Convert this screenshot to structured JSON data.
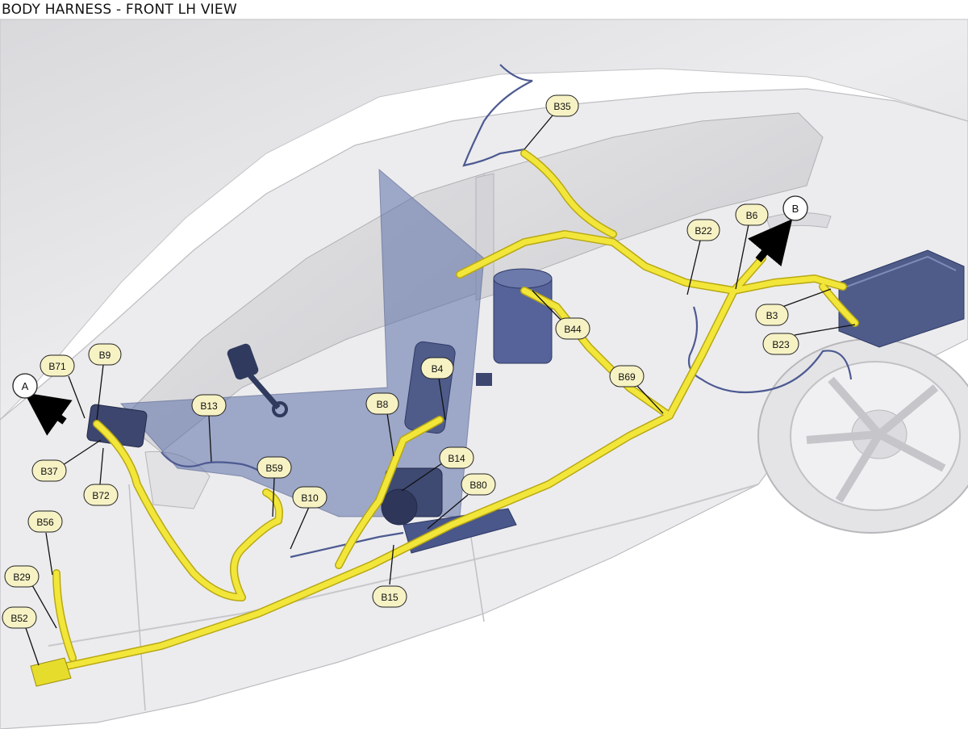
{
  "title": "BODY HARNESS - FRONT LH VIEW",
  "colors": {
    "harness": "#f2e63a",
    "harness_edge": "#b8a814",
    "component": "#5a6690",
    "callout_fill": "#f7f2c4",
    "body": "#e8e8ea",
    "glass": "#7f8fb8"
  },
  "connectors": [
    "B35",
    "B22",
    "B6",
    "B3",
    "B23",
    "B44",
    "B69",
    "B4",
    "B8",
    "B14",
    "B80",
    "B15",
    "B10",
    "B59",
    "B13",
    "B9",
    "B71",
    "B37",
    "B72",
    "B56",
    "B29",
    "B52"
  ],
  "views": [
    "A",
    "B"
  ]
}
